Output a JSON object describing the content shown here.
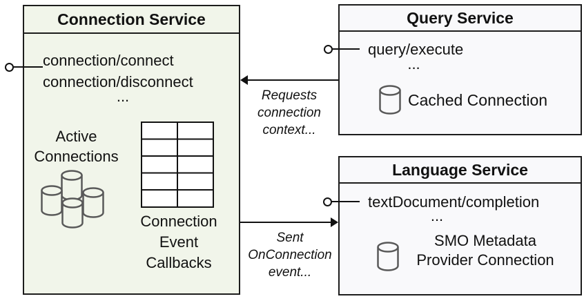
{
  "colors": {
    "connection_service_fill": "#f1f5ea",
    "query_service_fill": "#f9f9fb",
    "language_service_fill": "#f9f9fb",
    "border": "#1c1c1c",
    "cylinder_stroke": "#595959",
    "arrow": "#111111"
  },
  "icons": {
    "database": "single-cylinder",
    "database_cluster": "four-cylinder-cluster",
    "table_grid": "2x5-grid",
    "provided_interface": "lollipop-connector"
  },
  "connection_service": {
    "title": "Connection Service",
    "methods": [
      "connection/connect",
      "connection/disconnect"
    ],
    "ellipsis": "...",
    "active_connections": [
      "Active",
      "Connections"
    ],
    "callbacks": [
      "Connection",
      "Event",
      "Callbacks"
    ]
  },
  "query_service": {
    "title": "Query Service",
    "method": "query/execute",
    "ellipsis": "...",
    "cached_connection": "Cached Connection"
  },
  "language_service": {
    "title": "Language Service",
    "method": "textDocument/completion",
    "ellipsis": "...",
    "smo_connection": [
      "SMO Metadata",
      "Provider Connection"
    ]
  },
  "arrows": {
    "requests_context": [
      "Requests",
      "connection",
      "context..."
    ],
    "sent_event": [
      "Sent",
      "OnConnection",
      "event..."
    ]
  }
}
